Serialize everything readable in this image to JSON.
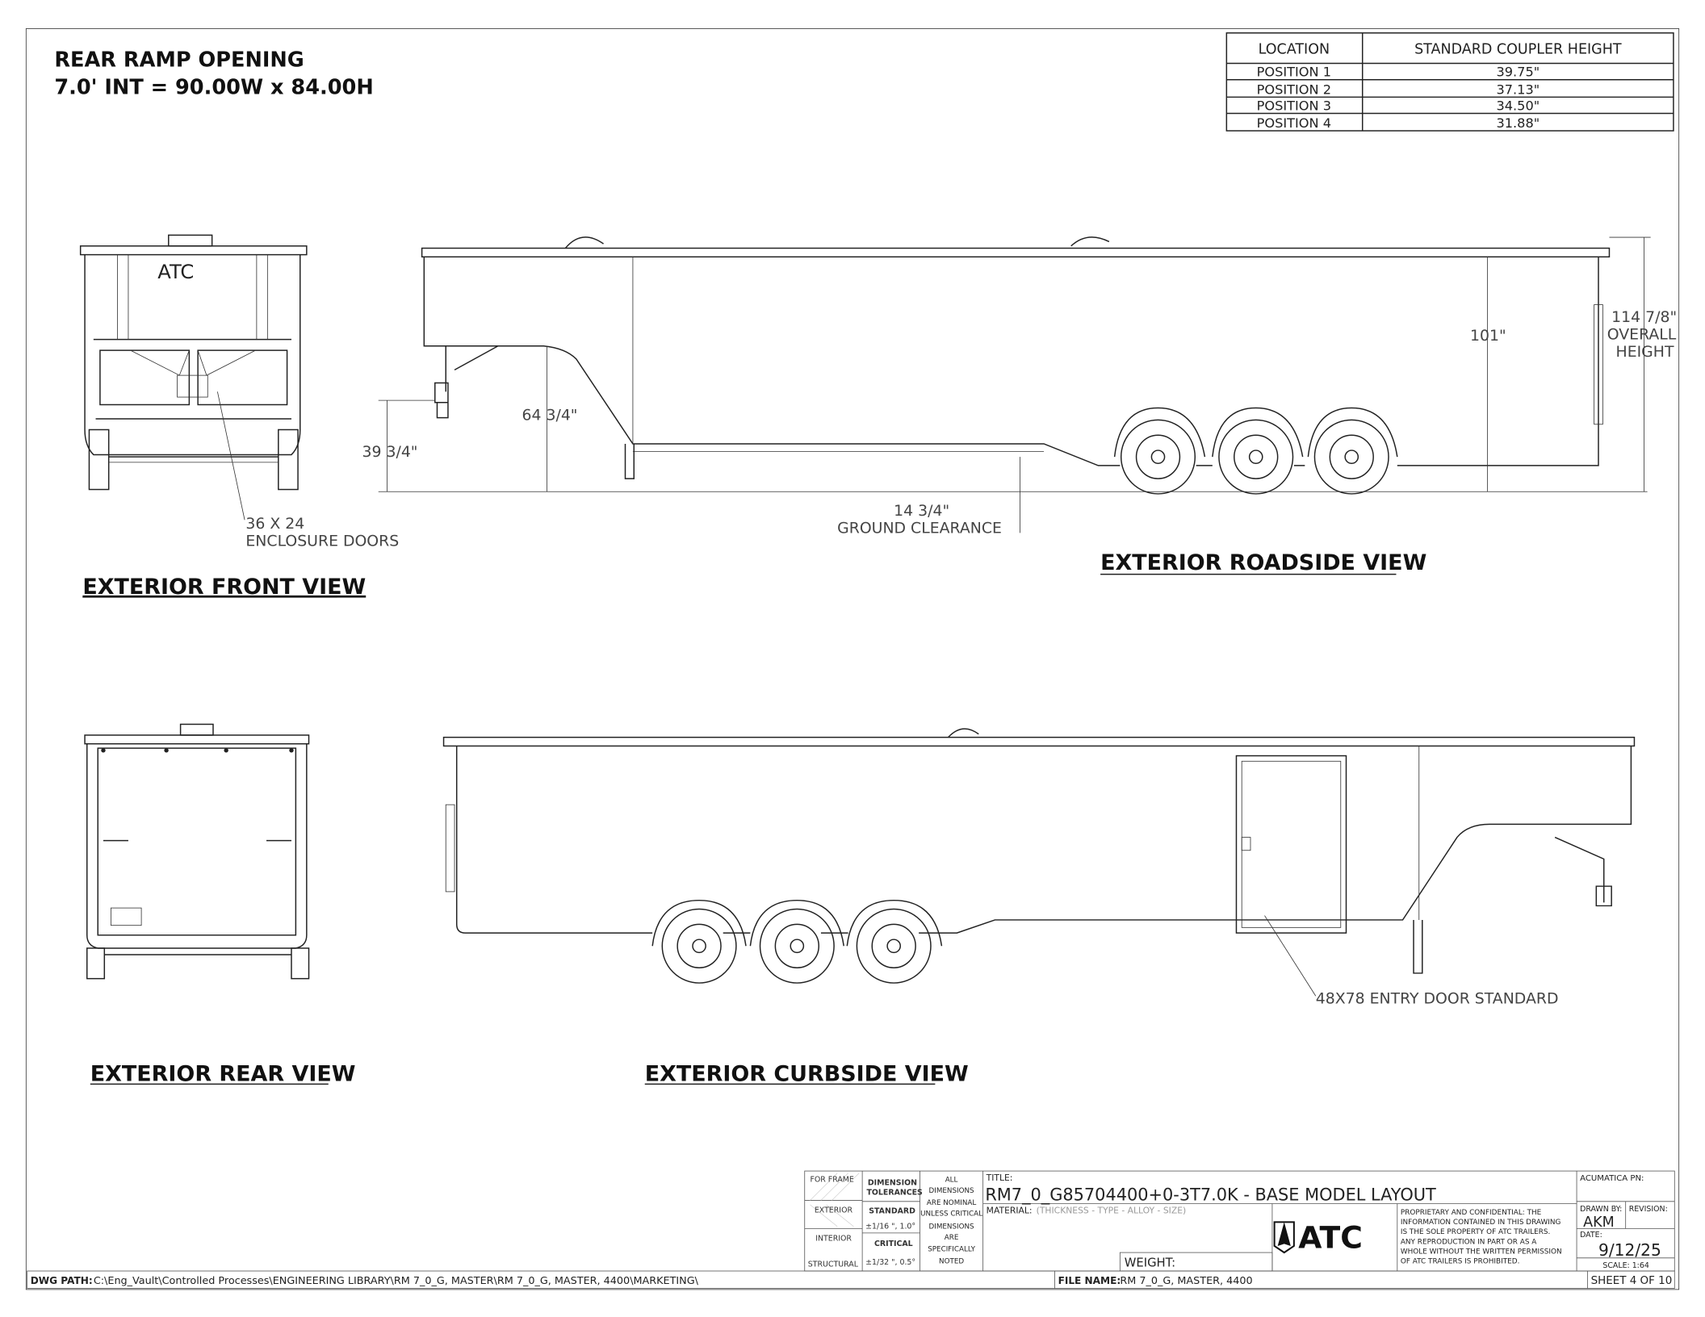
{
  "header": {
    "line1": "REAR RAMP OPENING",
    "line2": "7.0' INT = 90.00W x 84.00H"
  },
  "coupler_table": {
    "headers": [
      "LOCATION",
      "STANDARD COUPLER HEIGHT"
    ],
    "rows": [
      [
        "POSITION 1",
        "39.75\""
      ],
      [
        "POSITION 2",
        "37.13\""
      ],
      [
        "POSITION 3",
        "34.50\""
      ],
      [
        "POSITION 4",
        "31.88\""
      ]
    ]
  },
  "views": {
    "front": {
      "title": "EXTERIOR FRONT VIEW",
      "logo": "ATC",
      "callout_line1": "36 X 24",
      "callout_line2": "ENCLOSURE DOORS"
    },
    "roadside": {
      "title": "EXTERIOR ROADSIDE VIEW",
      "dim_coupler": "39 3/4\"",
      "dim_neck": "64 3/4\"",
      "dim_interior": "101\"",
      "dim_overall_1": "114 7/8\"",
      "dim_overall_2": "OVERALL",
      "dim_overall_3": "HEIGHT",
      "dim_ground_1": "14 3/4\"",
      "dim_ground_2": "GROUND CLEARANCE"
    },
    "rear": {
      "title": "EXTERIOR REAR VIEW"
    },
    "curbside": {
      "title": "EXTERIOR CURBSIDE VIEW",
      "callout": "48X78 ENTRY DOOR STANDARD"
    }
  },
  "title_block": {
    "for_frame": "FOR FRAME",
    "exterior": "EXTERIOR",
    "interior": "INTERIOR",
    "structural": "STRUCTURAL",
    "tol_header_1": "DIMENSION",
    "tol_header_2": "TOLERANCES",
    "standard": "STANDARD",
    "standard_val": "±1/16 \", 1.0°",
    "critical": "CRITICAL",
    "critical_val": "±1/32 \", 0.5°",
    "note": [
      "ALL",
      "DIMENSIONS",
      "ARE NOMINAL",
      "UNLESS CRITICAL",
      "DIMENSIONS",
      "ARE",
      "SPECIFICALLY",
      "NOTED"
    ],
    "title_label": "TITLE:",
    "title": "RM7_0_G85704400+0-3T7.0K - BASE MODEL LAYOUT",
    "material_label": "MATERIAL:",
    "material_hint": "(THICKNESS - TYPE - ALLOY - SIZE)",
    "weight_label": "WEIGHT:",
    "logo": "ATC",
    "proprietary": [
      "PROPRIETARY AND CONFIDENTIAL: THE",
      "INFORMATION CONTAINED IN THIS DRAWING",
      "IS THE SOLE PROPERTY OF ATC TRAILERS.",
      "ANY REPRODUCTION IN PART OR AS A",
      "WHOLE WITHOUT THE WRITTEN PERMISSION",
      "OF ATC TRAILERS IS PROHIBITED."
    ],
    "acumatica_label": "ACUMATICA PN:",
    "drawn_by_label": "DRAWN BY:",
    "drawn_by": "AKM",
    "revision_label": "REVISION:",
    "date_label": "DATE:",
    "date": "9/12/25",
    "scale": "SCALE: 1:64",
    "dwg_path_label": "DWG PATH:",
    "dwg_path": "C:\\Eng_Vault\\Controlled Processes\\ENGINEERING LIBRARY\\RM 7_0_G, MASTER\\RM 7_0_G, MASTER, 4400\\MARKETING\\",
    "file_name_label": "FILE NAME:",
    "file_name": "RM 7_0_G, MASTER, 4400",
    "sheet": "SHEET 4 OF 10"
  }
}
